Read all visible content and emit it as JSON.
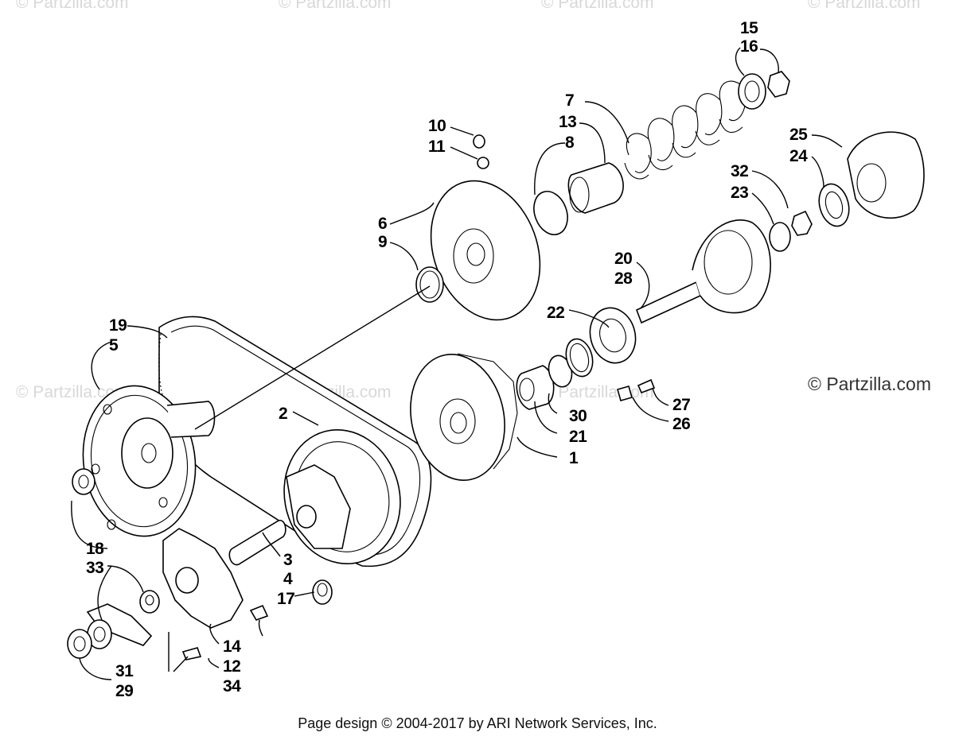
{
  "watermark": "© Partzilla.com",
  "brand": "© Partzilla.com",
  "footer": "Page design © 2004-2017 by ARI Network Services, Inc.",
  "callouts": {
    "c1": "1",
    "c2": "2",
    "c3": "3",
    "c4": "4",
    "c5": "5",
    "c6": "6",
    "c7": "7",
    "c8": "8",
    "c9": "9",
    "c10": "10",
    "c11": "11",
    "c12": "12",
    "c13": "13",
    "c14": "14",
    "c15": "15",
    "c16": "16",
    "c17": "17",
    "c18": "18",
    "c19": "19",
    "c20": "20",
    "c21": "21",
    "c22": "22",
    "c23": "23",
    "c24": "24",
    "c25": "25",
    "c26": "26",
    "c27": "27",
    "c28": "28",
    "c29": "29",
    "c30": "30",
    "c31": "31",
    "c32": "32",
    "c33": "33",
    "c34": "34"
  }
}
